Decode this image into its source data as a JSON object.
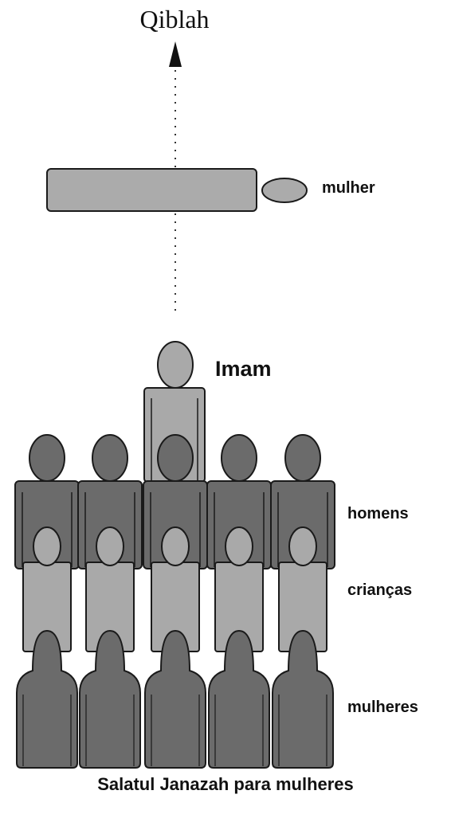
{
  "direction_label": "Qiblah",
  "deceased_label": "mulher",
  "imam_label": "Imam",
  "rows": [
    {
      "key": "men",
      "label": "homens",
      "count": 5
    },
    {
      "key": "children",
      "label": "crianças",
      "count": 5
    },
    {
      "key": "women",
      "label": "mulheres",
      "count": 5
    }
  ],
  "caption": "Salatul Janazah para mulheres",
  "colors": {
    "dark_figure": "#6b6b6b",
    "light_figure": "#a9a9a9",
    "outline": "#1a1a1a",
    "bier": "#ababab"
  }
}
